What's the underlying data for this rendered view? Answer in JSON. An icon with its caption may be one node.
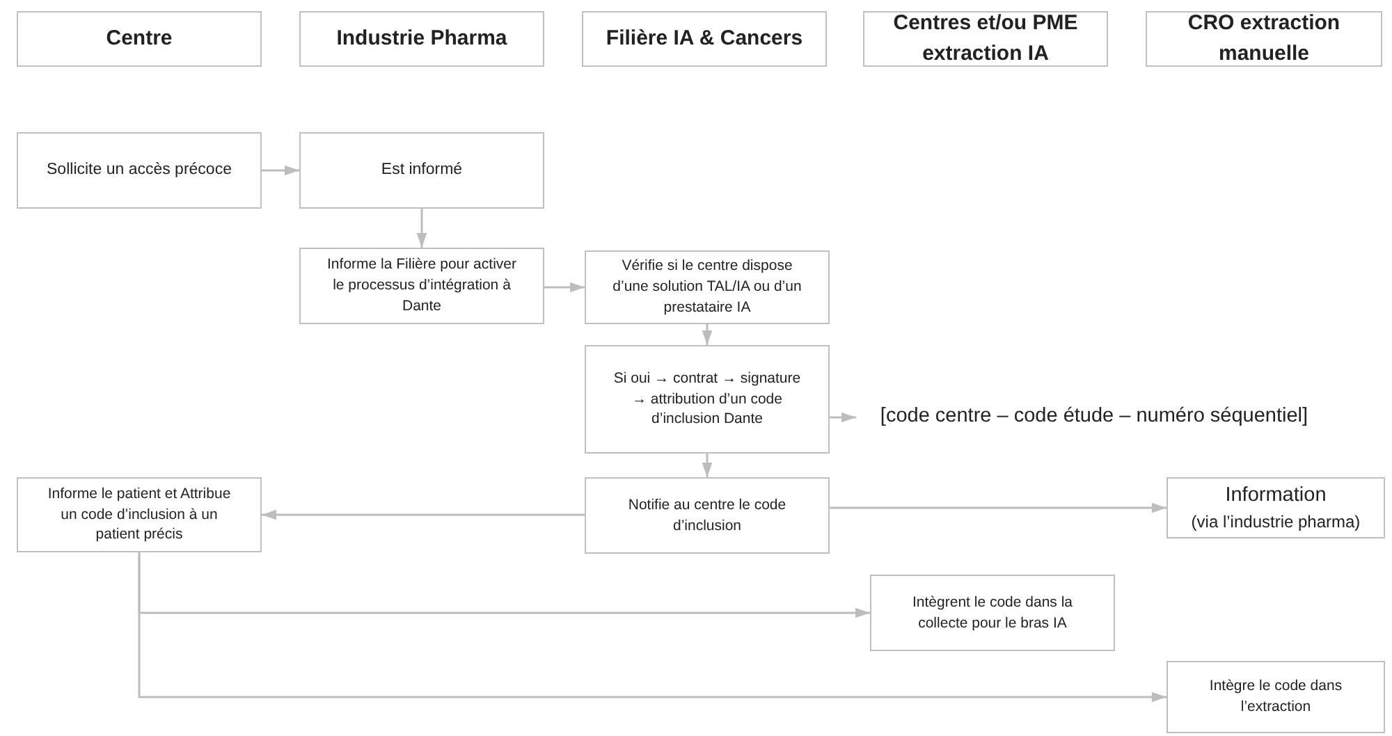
{
  "diagram": {
    "nodes": [
      {
        "text": [
          "Centre"
        ]
      },
      {
        "text": [
          "Industrie Pharma"
        ]
      },
      {
        "text": [
          "Filière IA & Cancers"
        ]
      },
      {
        "text": [
          "Centres et/ou PME extraction IA"
        ]
      },
      {
        "text": [
          "CRO extraction manuelle"
        ]
      },
      {
        "text": [
          "Sollicite un accès précoce"
        ]
      },
      {
        "text": [
          "Est informé"
        ]
      },
      {
        "text": [
          "Informe la Filière pour activer le processus d’intégration à Dante"
        ]
      },
      {
        "text": [
          "Vérifie si le centre dispose d’une solution TAL/IA ou d’un prestataire IA"
        ]
      },
      {
        "text": [
          "Si oui → contrat → signature → attribution d’un code d’inclusion Dante"
        ]
      },
      {
        "text": [
          "[code centre – code étude – numéro séquentiel]"
        ]
      },
      {
        "text": [
          "Notifie au centre le code d’inclusion"
        ]
      },
      {
        "text": [
          "Informe le patient et Attribue un code d’inclusion à un patient précis"
        ]
      },
      {
        "text": [
          "Information",
          "(via l’industrie pharma)"
        ]
      },
      {
        "text": [
          "Intègrent le code dans la collecte pour le bras IA"
        ]
      },
      {
        "text": [
          "Intègre le code dans l’extraction"
        ]
      }
    ],
    "edges": [
      {
        "from": 5,
        "to": 6,
        "arrow": "to"
      },
      {
        "from": 6,
        "to": 7,
        "arrow": "to"
      },
      {
        "from": 7,
        "to": 8,
        "arrow": "to"
      },
      {
        "from": 8,
        "to": 9,
        "arrow": "to"
      },
      {
        "from": 9,
        "to": 10,
        "arrow": "to"
      },
      {
        "from": 9,
        "to": 11,
        "arrow": "to"
      },
      {
        "from": 11,
        "to": 12,
        "arrow": "to"
      },
      {
        "from": 11,
        "to": 13,
        "arrow": "to"
      },
      {
        "from": 12,
        "to": 14,
        "arrow": "to"
      },
      {
        "from": 12,
        "to": 15,
        "arrow": "to"
      }
    ]
  }
}
